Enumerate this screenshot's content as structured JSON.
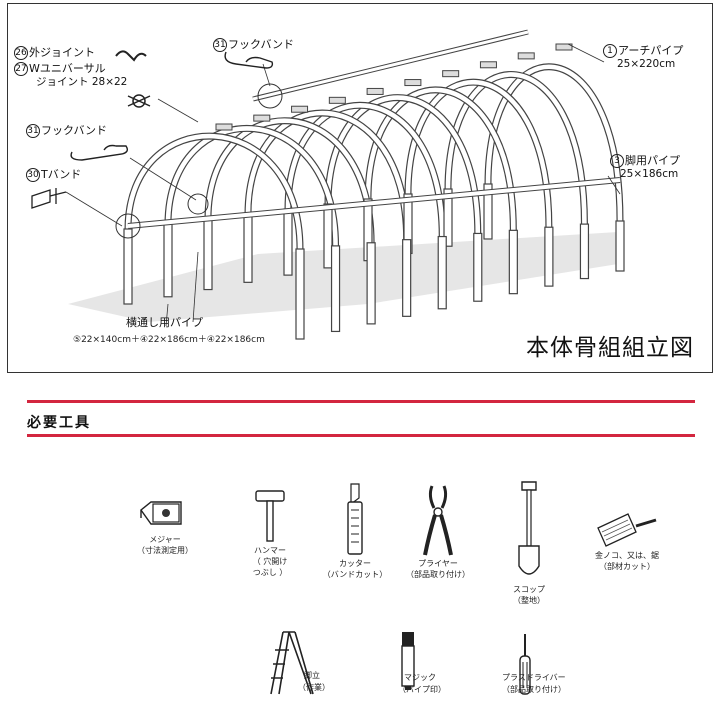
{
  "diagram": {
    "title": "本体骨組組立図",
    "parts": {
      "outer_joint": {
        "num": "26",
        "name": "外ジョイント"
      },
      "w_joint": {
        "num": "27",
        "name": "Wユニバーサル",
        "name2": "ジョイント 28×22"
      },
      "hook_band_top": {
        "num": "31",
        "name": "フックバンド"
      },
      "hook_band_left": {
        "num": "31",
        "name": "フックバンド"
      },
      "t_band": {
        "num": "30",
        "name": "Tバンド"
      },
      "arch_pipe": {
        "num": "1",
        "name": "アーチパイプ",
        "size": "25×220cm"
      },
      "leg_pipe": {
        "num": "3",
        "name": "脚用パイプ",
        "size": "25×186cm"
      },
      "cross_pipe": {
        "name": "横通し用パイプ",
        "size": "⑤22×140cm＋④22×186cm＋④22×186cm"
      }
    }
  },
  "tools": {
    "heading": "必要工具",
    "items": [
      {
        "name": "メジャー",
        "note": "（寸法測定用）",
        "icon": "tape-measure-icon"
      },
      {
        "name": "ハンマー",
        "note": "（ 穴開け\nつぶし ）",
        "icon": "hammer-icon"
      },
      {
        "name": "カッター",
        "note": "（バンドカット）",
        "icon": "cutter-icon"
      },
      {
        "name": "プライヤー",
        "note": "（部品取り付け）",
        "icon": "pliers-icon"
      },
      {
        "name": "スコップ",
        "note": "（整地）",
        "icon": "shovel-icon"
      },
      {
        "name": "金ノコ、又は、鋸",
        "note": "（部材カット）",
        "icon": "saw-icon"
      },
      {
        "name": "脚立",
        "note": "（作業）",
        "icon": "stepladder-icon"
      },
      {
        "name": "マジック",
        "note": "（パイプ印）",
        "icon": "marker-icon"
      },
      {
        "name": "プラスドライバー",
        "note": "（部品取り付け）",
        "icon": "screwdriver-icon"
      }
    ]
  }
}
